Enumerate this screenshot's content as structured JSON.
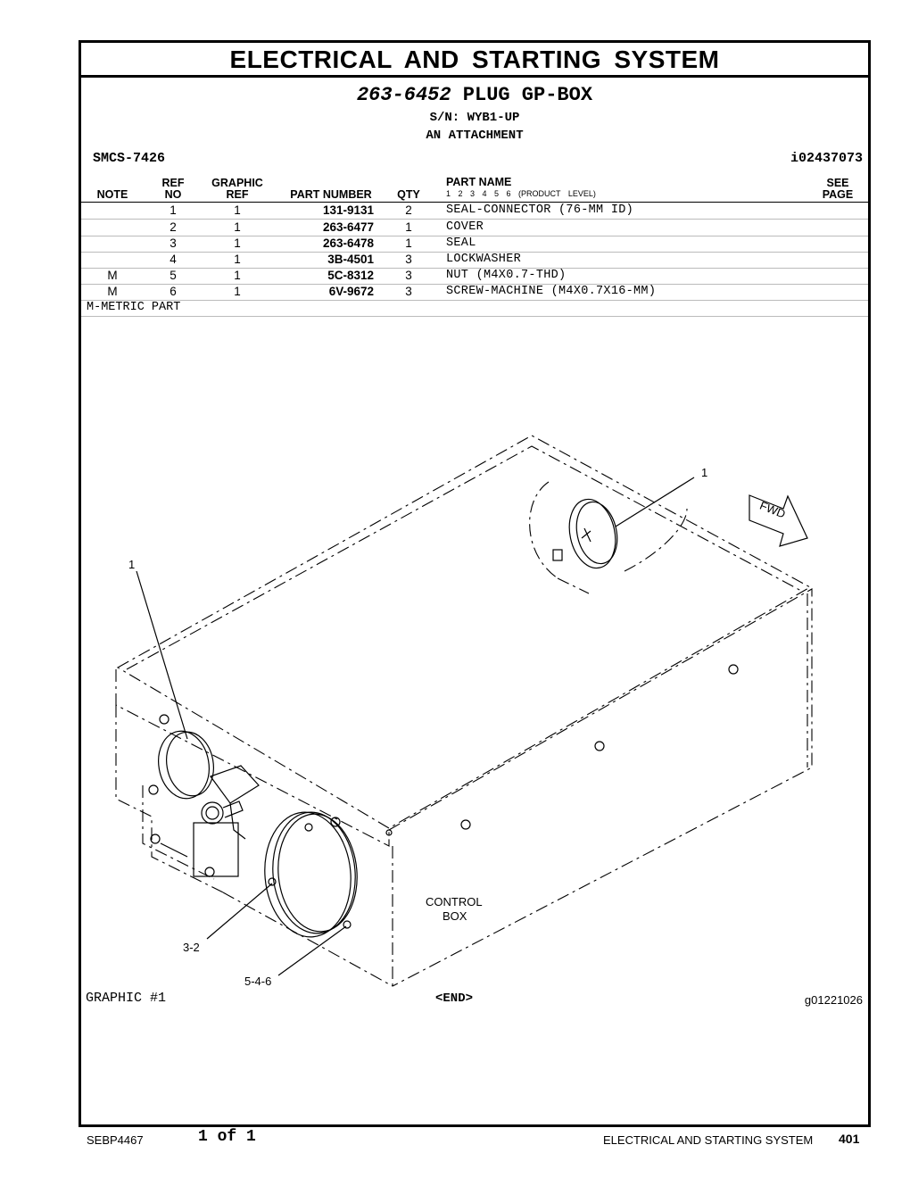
{
  "header": {
    "system_title": "ELECTRICAL AND STARTING SYSTEM",
    "part_number": "263-6452",
    "group_name": "PLUG GP-BOX",
    "serial": "S/N: WYB1-UP",
    "attachment": "AN ATTACHMENT",
    "smcs": "SMCS-7426",
    "info_id": "i02437073"
  },
  "table": {
    "headers": {
      "note": "NOTE",
      "ref_1": "REF",
      "ref_2": "NO",
      "graphic_1": "GRAPHIC",
      "graphic_2": "REF",
      "part_number": "PART NUMBER",
      "qty": "QTY",
      "part_name": "PART NAME",
      "product_level": "1 2 3 4 5 6 (PRODUCT LEVEL)",
      "see_1": "SEE",
      "see_2": "PAGE"
    },
    "rows": [
      {
        "note": "",
        "ref": "1",
        "graphic": "1",
        "part_number": "131-9131",
        "qty": "2",
        "name": "SEAL-CONNECTOR (76-MM ID)"
      },
      {
        "note": "",
        "ref": "2",
        "graphic": "1",
        "part_number": "263-6477",
        "qty": "1",
        "name": "COVER"
      },
      {
        "note": "",
        "ref": "3",
        "graphic": "1",
        "part_number": "263-6478",
        "qty": "1",
        "name": "SEAL"
      },
      {
        "note": "",
        "ref": "4",
        "graphic": "1",
        "part_number": "3B-4501",
        "qty": "3",
        "name": "LOCKWASHER"
      },
      {
        "note": "M",
        "ref": "5",
        "graphic": "1",
        "part_number": "5C-8312",
        "qty": "3",
        "name": "NUT (M4X0.7-THD)"
      },
      {
        "note": "M",
        "ref": "6",
        "graphic": "1",
        "part_number": "6V-9672",
        "qty": "3",
        "name": "SCREW-MACHINE (M4X0.7X16-MM)"
      }
    ],
    "footnote": "M-METRIC PART"
  },
  "graphic": {
    "callouts": {
      "c1a": "1",
      "c1b": "1",
      "c32": "3-2",
      "c546": "5-4-6"
    },
    "fwd": "FWD",
    "box_label_1": "CONTROL",
    "box_label_2": "BOX",
    "caption": "GRAPHIC #1",
    "end": "<END>",
    "graphic_id": "g01221026"
  },
  "footer": {
    "doc_id": "SEBP4467",
    "page_of": "1 of 1",
    "section": "ELECTRICAL AND STARTING SYSTEM",
    "page_number": "401"
  }
}
